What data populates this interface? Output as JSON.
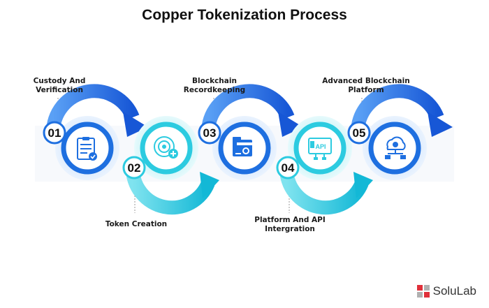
{
  "title": "Copper Tokenization Process",
  "steps": [
    {
      "number": "01",
      "label_line1": "Custody And",
      "label_line2": "Verification",
      "color": "#1e6fe0",
      "icon": "checklist-document-icon"
    },
    {
      "number": "02",
      "label_line1": "Token Creation",
      "label_line2": "",
      "color": "#2ccbe0",
      "icon": "token-coin-plus-icon"
    },
    {
      "number": "03",
      "label_line1": "Blockchain",
      "label_line2": "Recordkeeping",
      "color": "#1e6fe0",
      "icon": "folder-gear-icon"
    },
    {
      "number": "04",
      "label_line1": "Platform And API",
      "label_line2": "Intergration",
      "color": "#2ccbe0",
      "icon": "api-monitor-icon"
    },
    {
      "number": "05",
      "label_line1": "Advanced Blockchain",
      "label_line2": "Platform",
      "color": "#1e6fe0",
      "icon": "cloud-bitcoin-network-icon"
    }
  ],
  "brand": {
    "name": "SoluLab"
  }
}
